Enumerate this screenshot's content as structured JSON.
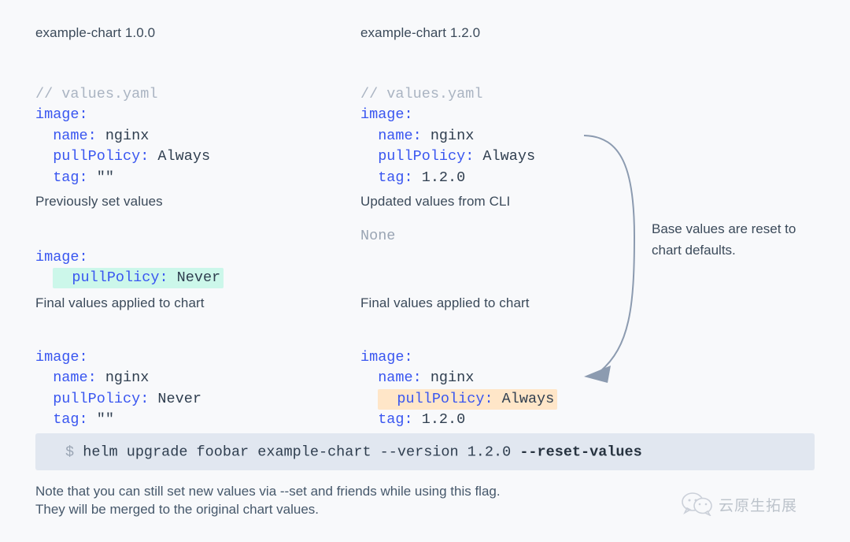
{
  "background_color": "#f8f9fb",
  "accent_colors": {
    "yaml_key_blue": "#3956f0",
    "yaml_value_slate": "#2f3e4f",
    "comment_gray": "#aab4c2",
    "highlight_mint": "#ccf7ea",
    "highlight_peach": "#ffe6c8",
    "command_bar_bg": "#e1e7f0",
    "arrow_gray": "#8c9bb0"
  },
  "left_column": {
    "title": "example-chart 1.0.0",
    "yaml_initial": {
      "comment": "// values.yaml",
      "lines": [
        {
          "key": "image:",
          "value": ""
        },
        {
          "key": "  name:",
          "value": " nginx"
        },
        {
          "key": "  pullPolicy:",
          "value": " Always"
        },
        {
          "key": "  tag:",
          "value": " \"\""
        }
      ]
    },
    "subtitle_1": "Previously set values",
    "yaml_previous": {
      "lines": [
        {
          "key": "image:",
          "value": "",
          "highlight": "none"
        },
        {
          "key": "  pullPolicy:",
          "value": " Never",
          "highlight": "mint"
        }
      ]
    },
    "subtitle_2": "Final values applied to chart",
    "yaml_final": {
      "lines": [
        {
          "key": "image:",
          "value": ""
        },
        {
          "key": "  name:",
          "value": " nginx"
        },
        {
          "key": "  pullPolicy:",
          "value": " Never"
        },
        {
          "key": "  tag:",
          "value": " \"\""
        }
      ]
    }
  },
  "right_column": {
    "title": "example-chart 1.2.0",
    "yaml_initial": {
      "comment": "// values.yaml",
      "lines": [
        {
          "key": "image:",
          "value": ""
        },
        {
          "key": "  name:",
          "value": " nginx"
        },
        {
          "key": "  pullPolicy:",
          "value": " Always"
        },
        {
          "key": "  tag:",
          "value": " 1.2.0"
        }
      ]
    },
    "subtitle_1": "Updated values from CLI",
    "updated_values_none": "None",
    "subtitle_2": "Final values applied to chart",
    "yaml_final": {
      "lines": [
        {
          "key": "image:",
          "value": ""
        },
        {
          "key": "  name:",
          "value": " nginx"
        },
        {
          "key": "  pullPolicy:",
          "value": " Always",
          "highlight": "peach"
        },
        {
          "key": "  tag:",
          "value": " 1.2.0"
        }
      ]
    }
  },
  "annotation": {
    "text": "Base values are reset to chart defaults."
  },
  "command": {
    "prompt": "$",
    "text": "helm upgrade foobar example-chart --version 1.2.0 ",
    "flag": "--reset-values"
  },
  "note": {
    "line1": "Note that you can still set new values via --set and friends while using this flag.",
    "line2": "They will be merged to the original chart values."
  },
  "watermark": {
    "icon": "wechat-icon",
    "text": "云原生拓展"
  }
}
